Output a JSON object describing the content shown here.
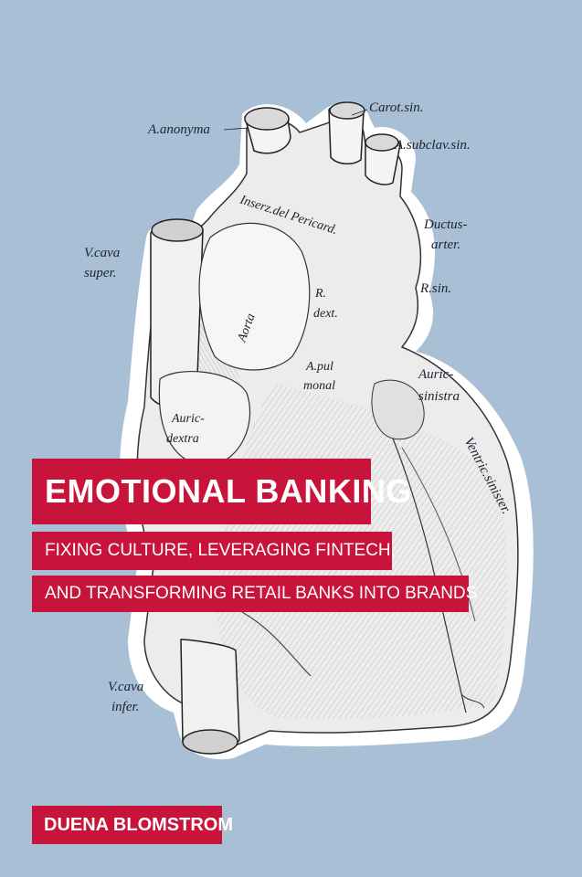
{
  "cover": {
    "title": "EMOTIONAL BANKING",
    "subtitle_line1": "FIXING CULTURE, LEVERAGING FINTECH,",
    "subtitle_line2": "AND TRANSFORMING RETAIL BANKS INTO BRANDS",
    "author": "DUENA BLOMSTROM"
  },
  "illustration": {
    "labels": {
      "anonyma": "A.anonyma",
      "carot": "Carot.sin.",
      "subclav": "A.subclav.sin.",
      "ductus1": "Ductus-",
      "ductus2": "arter.",
      "vcava_sup1": "V.cava",
      "vcava_sup2": "super.",
      "rsin": "R.sin.",
      "auric_sin1": "Auric-",
      "auric_sin2": "sinistra",
      "ventric": "Ventric.sinister.",
      "vcava_inf1": "V.cava",
      "vcava_inf2": "infer.",
      "inserz": "Inserz.del Pericard.",
      "aorta": "Aorta",
      "rdext1": "R.",
      "rdext2": "dext.",
      "apul1": "A.pul",
      "apul2": "monal",
      "auric_dex1": "Auric-",
      "auric_dex2": "dextra"
    },
    "colors": {
      "background": "#a9bfd5",
      "band": "#c8133a"
    }
  }
}
